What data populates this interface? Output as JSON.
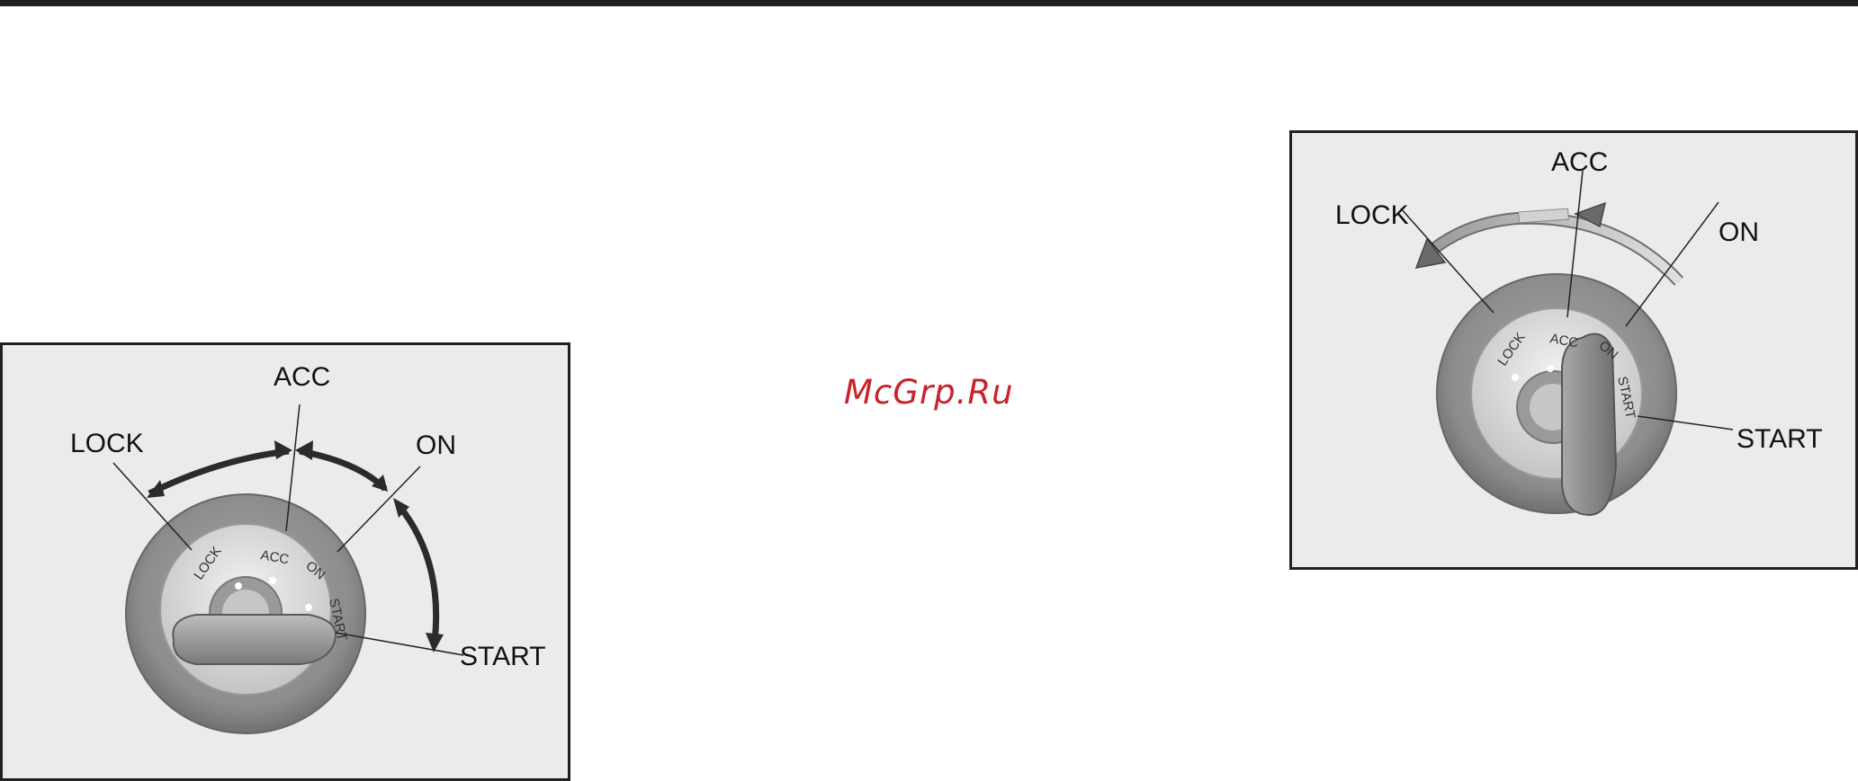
{
  "watermark": "McGrp.Ru",
  "figures": {
    "left": {
      "labels": {
        "lock": "LOCK",
        "acc": "ACC",
        "on": "ON",
        "start": "START"
      },
      "dial_labels": {
        "lock": "LOCK",
        "acc": "ACC",
        "on": "ON",
        "start": "START"
      }
    },
    "right": {
      "labels": {
        "lock": "LOCK",
        "acc": "ACC",
        "on": "ON",
        "start": "START"
      },
      "dial_labels": {
        "lock": "LOCK",
        "acc": "ACC",
        "on": "ON",
        "start": "START"
      }
    }
  },
  "colors": {
    "panel": "#ebebeb",
    "border": "#231f20",
    "watermark": "#c8222a",
    "dial_outer": "#8f8f8f",
    "dial_ring": "#d6d6d6"
  }
}
